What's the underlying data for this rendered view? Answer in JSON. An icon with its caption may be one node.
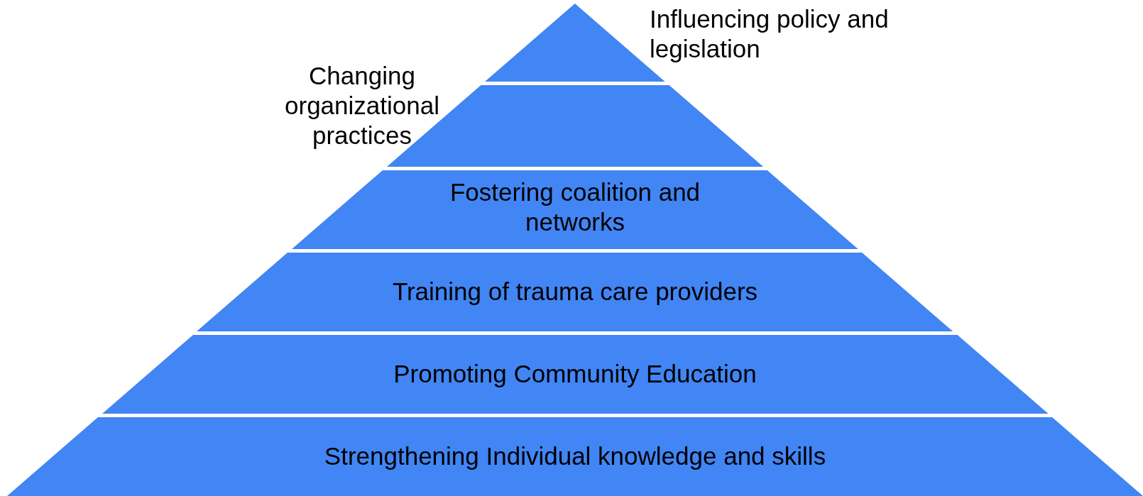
{
  "diagram": {
    "nodes": [
      {
        "text": [
          "Influencing policy and legislation"
        ]
      },
      {
        "text": [
          "Changing organizational practices"
        ]
      },
      {
        "text": [
          "Fostering coalition and networks"
        ]
      },
      {
        "text": [
          "Training of trauma care providers"
        ]
      },
      {
        "text": [
          "Promoting Community Education"
        ]
      },
      {
        "text": [
          "Strengthening Individual knowledge and skills"
        ]
      }
    ]
  }
}
